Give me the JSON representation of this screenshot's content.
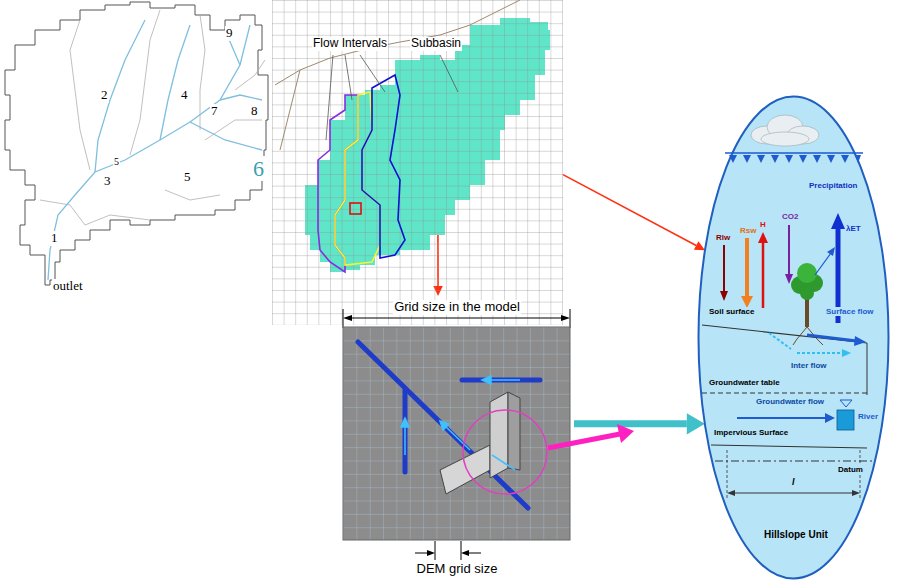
{
  "diagram": {
    "nodes": [
      {
        "text": [
          "Flow Intervals",
          "Subbasin"
        ]
      },
      {
        "text": [
          "Grid size in the model",
          "DEM grid size"
        ]
      },
      {
        "text": [
          "Precipitation",
          "Rlw",
          "Rsw",
          "H",
          "CO2",
          "λET",
          "Soil surface",
          "Surface flow",
          "Inter flow",
          "Groundwater table",
          "Groundwater flow",
          "River",
          "Impervious Surface",
          "Datum",
          "l",
          "Hillslope Unit"
        ]
      }
    ],
    "edges": [
      {
        "from": 0,
        "to": 2,
        "arrow": "to"
      },
      {
        "from": 0,
        "to": 1,
        "arrow": "to"
      },
      {
        "from": 1,
        "to": 2,
        "arrow": "to"
      }
    ],
    "labels": [
      "9",
      "2",
      "4",
      "7",
      "8",
      "5",
      "3",
      "5",
      "6",
      "1",
      "outlet"
    ]
  }
}
